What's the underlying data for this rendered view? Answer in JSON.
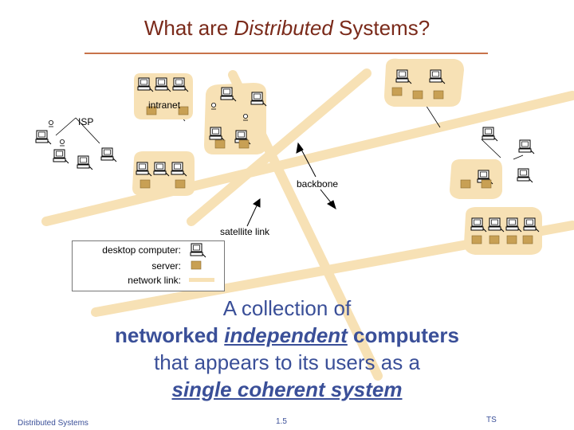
{
  "title": {
    "prefix": "What are ",
    "emphasis": "Distributed",
    "suffix": " Systems?"
  },
  "diagram": {
    "labels": {
      "intranet": "intranet",
      "isp": "ISP",
      "backbone": "backbone",
      "satellite_link": "satellite link"
    },
    "legend": {
      "desktop_computer": "desktop computer:",
      "server": "server:",
      "network_link": "network link:"
    },
    "colors": {
      "network": "#f7e1b5",
      "server": "#c8a054",
      "monitor": "#ffffff"
    }
  },
  "tagline": {
    "line1": "A collection of",
    "line2_prefix": "networked ",
    "line2_emphasis": "independent",
    "line2_suffix": " computers",
    "line3": "that appears to its users as a",
    "line4": "single coherent system"
  },
  "footer": {
    "left": "Distributed Systems",
    "center": "1.5",
    "right": "TS"
  }
}
